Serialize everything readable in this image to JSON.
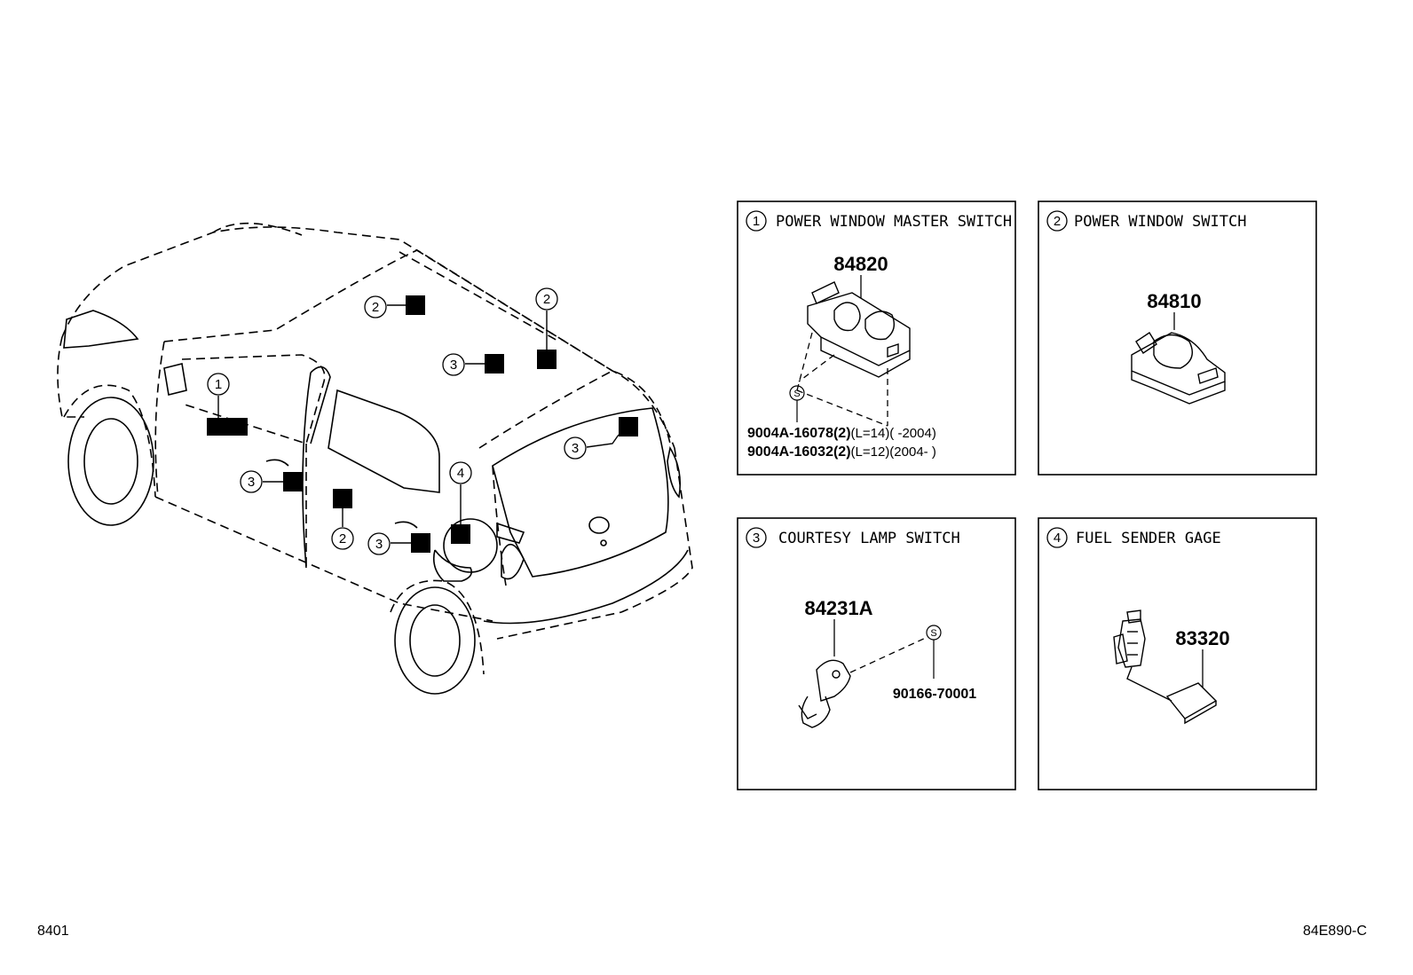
{
  "panels": [
    {
      "num": "1",
      "title": "POWER WINDOW MASTER SWITCH",
      "part": "84820",
      "bolts": [
        {
          "code": "9004A-16078(2)",
          "spec": "(L=14)(      -2004)"
        },
        {
          "code": "9004A-16032(2)",
          "spec": "(L=12)(2004-      )"
        }
      ]
    },
    {
      "num": "2",
      "title": "POWER WINDOW SWITCH",
      "part": "84810"
    },
    {
      "num": "3",
      "title": "COURTESY LAMP SWITCH",
      "part": "84231A",
      "screw": "90166-70001"
    },
    {
      "num": "4",
      "title": "FUEL SENDER GAGE",
      "part": "83320"
    }
  ],
  "screw_symbol": "S",
  "callouts": [
    "1",
    "2",
    "2",
    "3",
    "3",
    "3",
    "3",
    "2",
    "4"
  ],
  "footer": {
    "left": "8401",
    "right": "84E890-C"
  }
}
